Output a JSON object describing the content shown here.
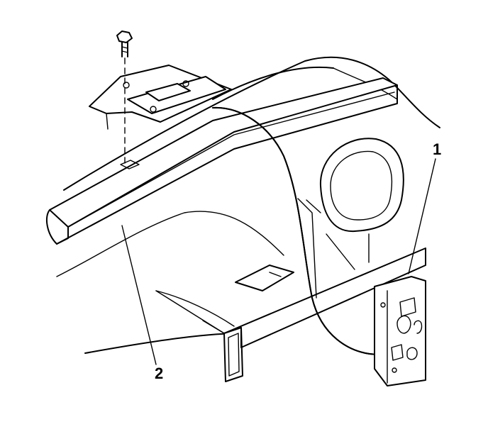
{
  "callouts": [
    {
      "label": "1",
      "part": "bracket-panel"
    },
    {
      "label": "2",
      "part": "frame-rail"
    }
  ],
  "colors": {
    "line": "#000000",
    "background": "#ffffff"
  }
}
